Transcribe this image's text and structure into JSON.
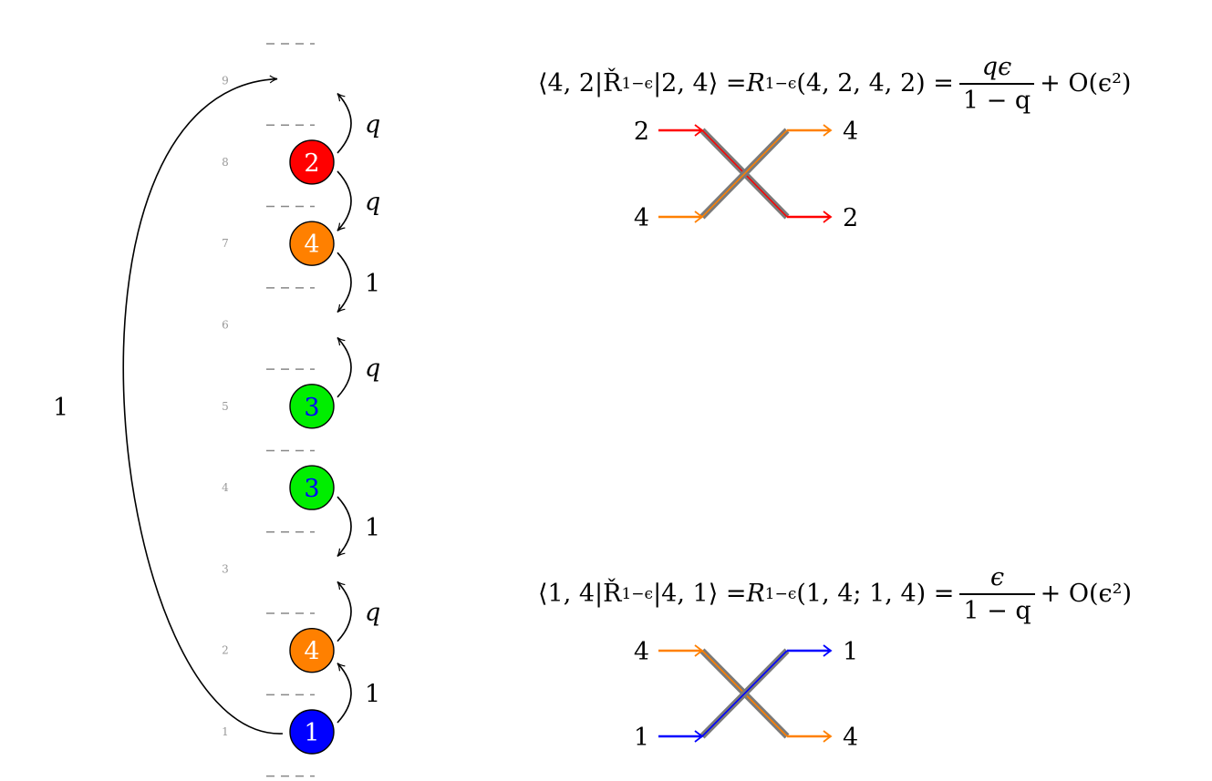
{
  "levels": [
    {
      "level": 9,
      "label": "9"
    },
    {
      "level": 8,
      "label": "8"
    },
    {
      "level": 7,
      "label": "7"
    },
    {
      "level": 6,
      "label": "6"
    },
    {
      "level": 5,
      "label": "5"
    },
    {
      "level": 4,
      "label": "4"
    },
    {
      "level": 3,
      "label": "3"
    },
    {
      "level": 2,
      "label": "2"
    },
    {
      "level": 1,
      "label": "1"
    }
  ],
  "particles": [
    {
      "level": 8,
      "label": "2",
      "fill": "#ff0000",
      "text_color": "#ffffff"
    },
    {
      "level": 7,
      "label": "4",
      "fill": "#ff8000",
      "text_color": "#ffffff"
    },
    {
      "level": 5,
      "label": "3",
      "fill": "#00ee00",
      "text_color": "#0000ff"
    },
    {
      "level": 4,
      "label": "3",
      "fill": "#00ee00",
      "text_color": "#0000ff"
    },
    {
      "level": 2,
      "label": "4",
      "fill": "#ff8000",
      "text_color": "#ffffff"
    },
    {
      "level": 1,
      "label": "1",
      "fill": "#0000ff",
      "text_color": "#ffffff"
    }
  ],
  "hops": [
    {
      "from_level": 8,
      "to_level": 9,
      "label": "q"
    },
    {
      "from_level": 8,
      "to_level": 7,
      "label": "q"
    },
    {
      "from_level": 7,
      "to_level": 6,
      "label": "1"
    },
    {
      "from_level": 5,
      "to_level": 6,
      "label": "q"
    },
    {
      "from_level": 4,
      "to_level": 3,
      "label": "1"
    },
    {
      "from_level": 2,
      "to_level": 3,
      "label": "q"
    },
    {
      "from_level": 1,
      "to_level": 2,
      "label": "1"
    }
  ],
  "long_hop": {
    "from_level": 1,
    "to_level": 9,
    "label": "1"
  },
  "equation_top": {
    "lhs": "⟨4, 2|Ř",
    "lhs_sub": "1−ϵ",
    "lhs_tail": "|2, 4⟩ = ",
    "r": "R",
    "r_sub": "1−ϵ",
    "r_args": "(4, 2, 4, 2) = ",
    "numerator": "qϵ",
    "denominator": "1 − q",
    "tail": "+ O(ϵ²)"
  },
  "equation_bottom": {
    "lhs": "⟨1, 4|Ř",
    "lhs_sub": "1−ϵ",
    "lhs_tail": "|4, 1⟩ = ",
    "r": "R",
    "r_sub": "1−ϵ",
    "r_args": "(1, 4; 1, 4) = ",
    "numerator": "ϵ",
    "denominator": "1 − q",
    "tail": "+ O(ϵ²)"
  },
  "crossing_top": {
    "in_top": {
      "label": "2",
      "color": "#ff0000"
    },
    "in_bottom": {
      "label": "4",
      "color": "#ff8000"
    },
    "out_top": {
      "label": "4",
      "color": "#ff8000"
    },
    "out_bottom": {
      "label": "2",
      "color": "#ff0000"
    }
  },
  "crossing_bottom": {
    "in_top": {
      "label": "4",
      "color": "#ff8000"
    },
    "in_bottom": {
      "label": "1",
      "color": "#0000ff"
    },
    "out_top": {
      "label": "1",
      "color": "#0000ff"
    },
    "out_bottom": {
      "label": "4",
      "color": "#ff8000"
    }
  },
  "colors": {
    "level_label": "#999999",
    "dash": "#888888",
    "line": "#000000",
    "strand": "#7a7a7a"
  }
}
